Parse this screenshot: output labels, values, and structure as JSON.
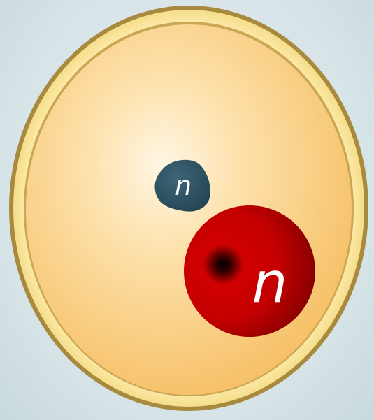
{
  "diagram": {
    "colors": {
      "background": "#d6e3e7",
      "cell_outer_border": "#a88a3e",
      "cell_rim": "#fbe8a2",
      "cytoplasm_center": "#fff3dc",
      "cytoplasm_edge": "#f7c46e",
      "small_nucleus": "#325566",
      "large_nucleus": "#cc0000",
      "large_nucleus_core": "#1a0000",
      "label_color": "#ffffff"
    },
    "small_body": {
      "label": "n",
      "shape": "irregular-blob"
    },
    "large_body": {
      "label": "n",
      "shape": "sphere-with-dark-center"
    }
  }
}
